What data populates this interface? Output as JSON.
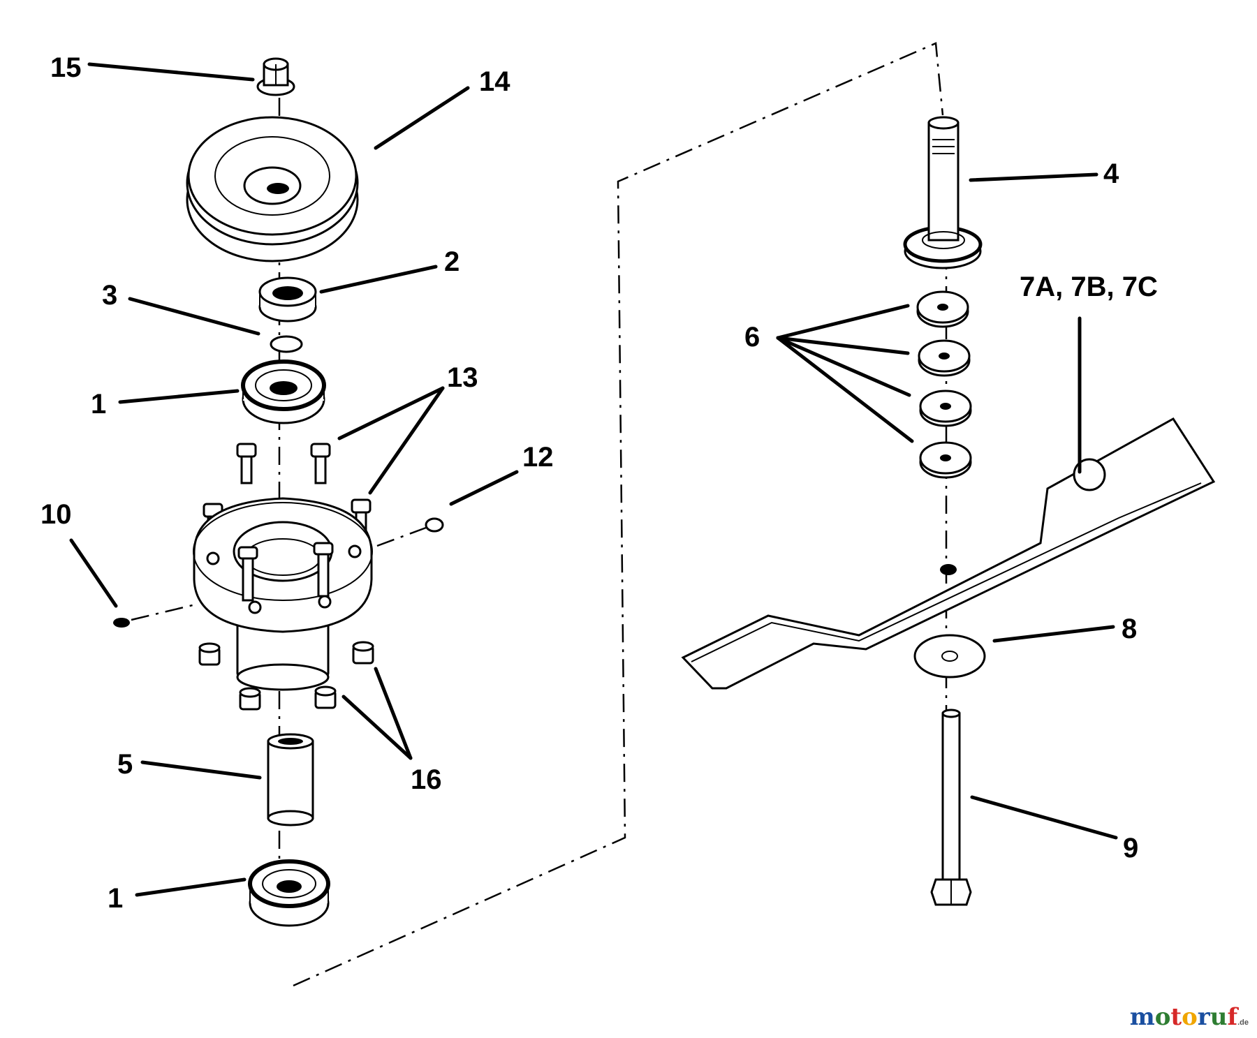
{
  "labels": {
    "l15": "15",
    "l14": "14",
    "l2": "2",
    "l3": "3",
    "l1a": "1",
    "l13": "13",
    "l12": "12",
    "l10": "10",
    "l5": "5",
    "l16": "16",
    "l1b": "1",
    "l4": "4",
    "l6": "6",
    "l7": "7A, 7B, 7C",
    "l8": "8",
    "l9": "9"
  },
  "watermark": {
    "main": "motoruf",
    "suffix": ".de",
    "colors": [
      "#1a4fa0",
      "#2e7d32",
      "#d62828",
      "#f0a500",
      "#1a4fa0",
      "#2e7d32",
      "#d62828"
    ]
  }
}
